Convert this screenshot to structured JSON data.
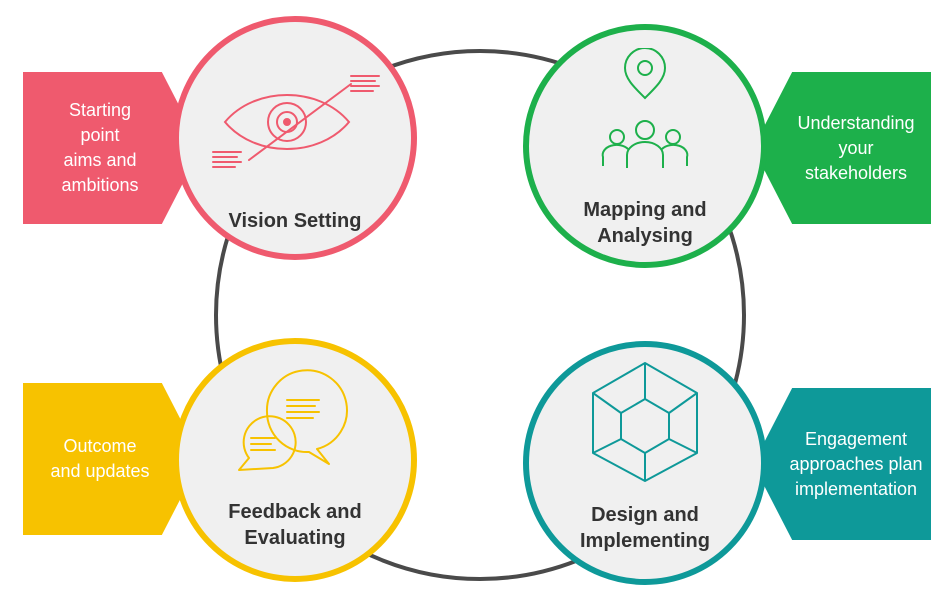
{
  "colors": {
    "ring": "#4a4a4a",
    "vision": "#ef5a6e",
    "mapping": "#1db04b",
    "feedback": "#f7c200",
    "design": "#0e9999",
    "disc_fill": "#f0f0f0",
    "title_text": "#333333"
  },
  "stages": {
    "vision": {
      "title": "Vision Setting",
      "tag_lines": [
        "Starting",
        "point",
        "aims and",
        "ambitions"
      ],
      "icon": "eye-target-icon"
    },
    "mapping": {
      "title_lines": [
        "Mapping and",
        "Analysing"
      ],
      "tag_lines": [
        "Understanding",
        "your",
        "stakeholders"
      ],
      "icon": "location-people-icon"
    },
    "feedback": {
      "title_lines": [
        "Feedback and",
        "Evaluating"
      ],
      "tag_lines": [
        "Outcome",
        "and updates"
      ],
      "icon": "chat-bubbles-icon"
    },
    "design": {
      "title_lines": [
        "Design and",
        "Implementing"
      ],
      "tag_lines": [
        "Engagement",
        "approaches plan",
        "implementation"
      ],
      "icon": "cube-icon"
    }
  }
}
